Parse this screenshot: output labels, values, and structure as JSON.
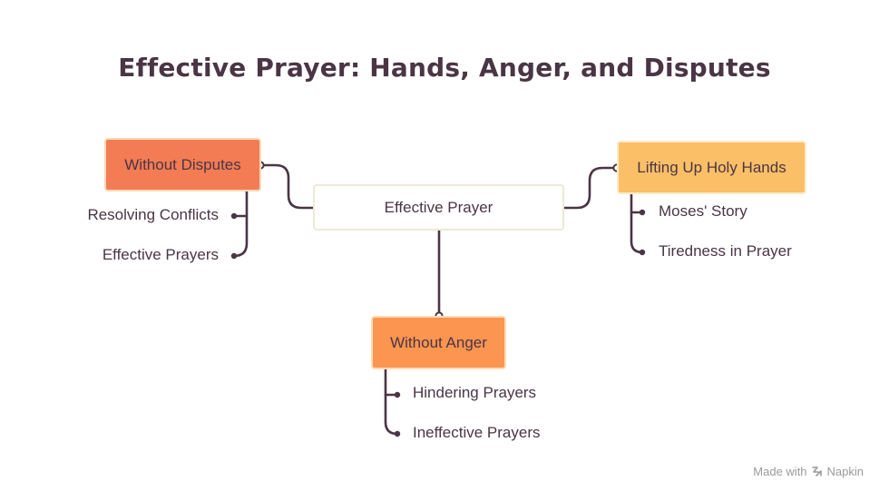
{
  "title": "Effective Prayer: Hands, Anger, and Disputes",
  "center": {
    "label": "Effective Prayer"
  },
  "branches": {
    "without_disputes": {
      "label": "Without Disputes",
      "items": [
        "Resolving Conflicts",
        "Effective Prayers"
      ]
    },
    "without_anger": {
      "label": "Without Anger",
      "items": [
        "Hindering Prayers",
        "Ineffective Prayers"
      ]
    },
    "holy_hands": {
      "label": "Lifting Up Holy Hands",
      "items": [
        "Moses' Story",
        "Tiredness in Prayer"
      ]
    }
  },
  "footer": {
    "made_with": "Made with",
    "brand": "Napkin"
  },
  "colors": {
    "connector": "#4a3545",
    "disputes_fill": "#f47c54",
    "anger_fill": "#fb9550",
    "hands_fill": "#fbbf67"
  }
}
